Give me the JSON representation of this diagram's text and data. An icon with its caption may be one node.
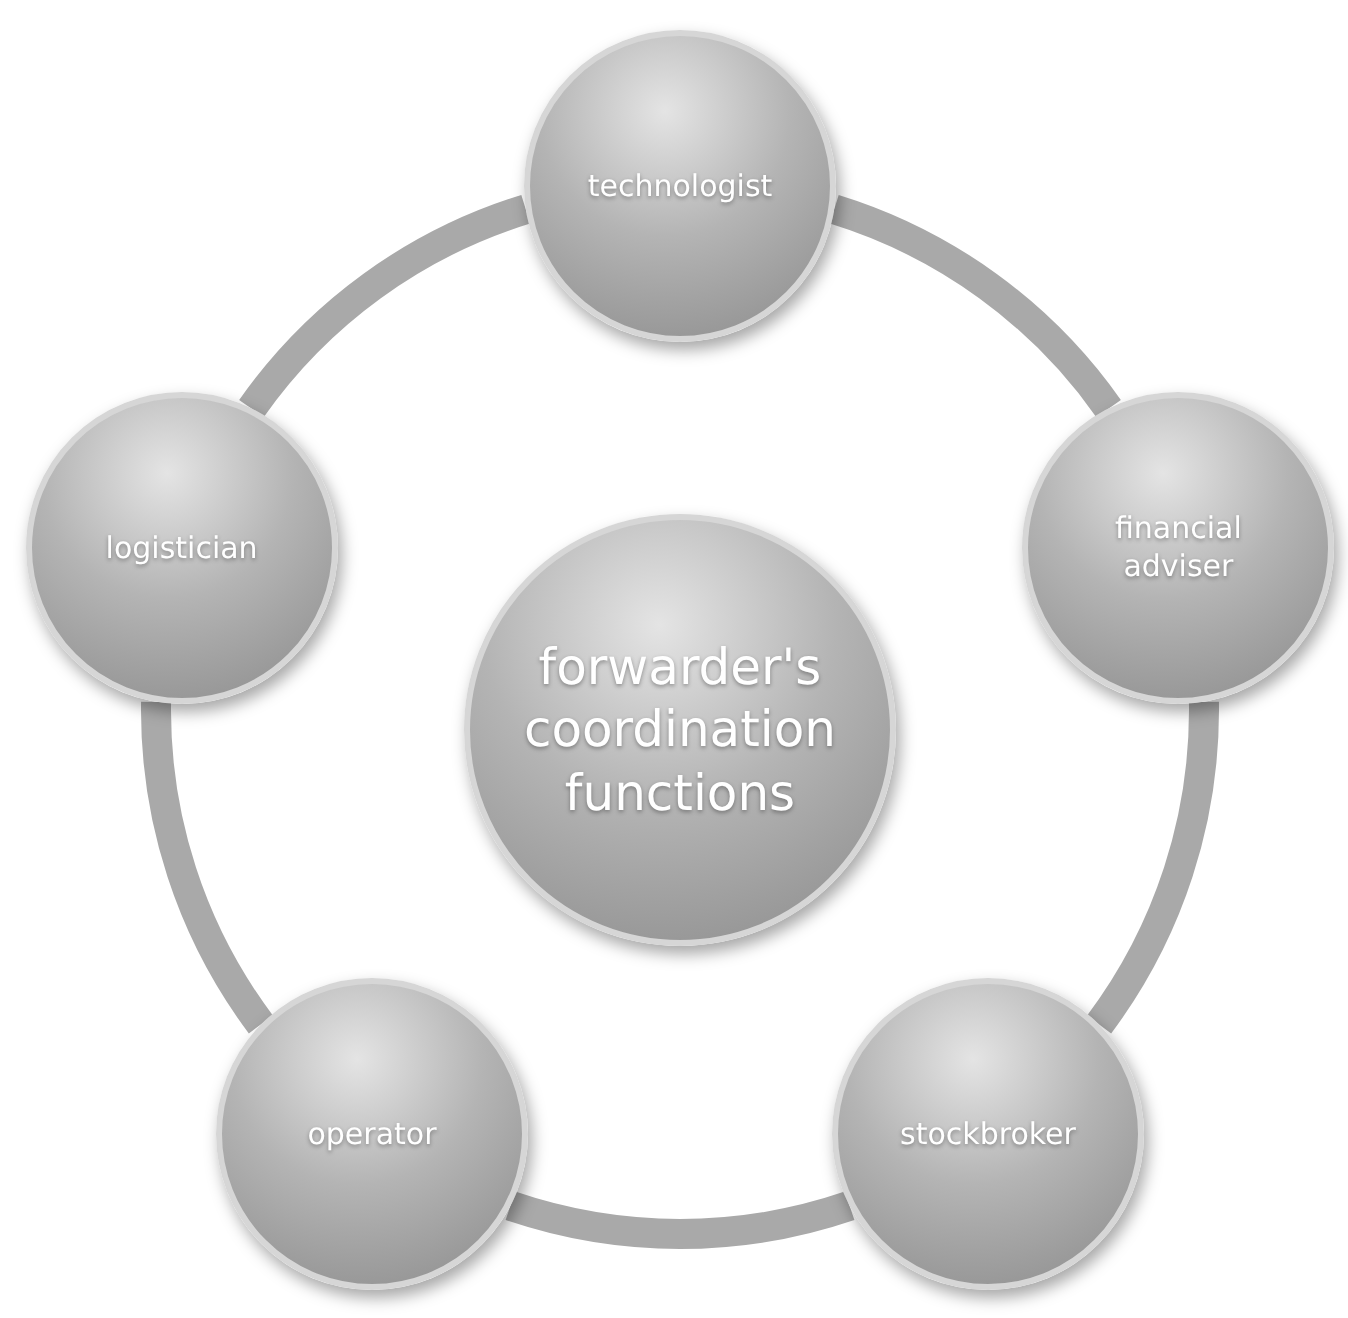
{
  "diagram": {
    "nodes": [
      {
        "text": [
          "forwarder's coordination functions"
        ]
      },
      {
        "text": [
          "technologist"
        ]
      },
      {
        "text": [
          "financial adviser"
        ]
      },
      {
        "text": [
          "stockbroker"
        ]
      },
      {
        "text": [
          "operator"
        ]
      },
      {
        "text": [
          "logistician"
        ]
      }
    ],
    "edges": [
      {
        "from": 1,
        "to": 2,
        "arrow": "none"
      },
      {
        "from": 2,
        "to": 3,
        "arrow": "none"
      },
      {
        "from": 3,
        "to": 4,
        "arrow": "none"
      },
      {
        "from": 4,
        "to": 5,
        "arrow": "none"
      },
      {
        "from": 5,
        "to": 1,
        "arrow": "none"
      }
    ]
  }
}
